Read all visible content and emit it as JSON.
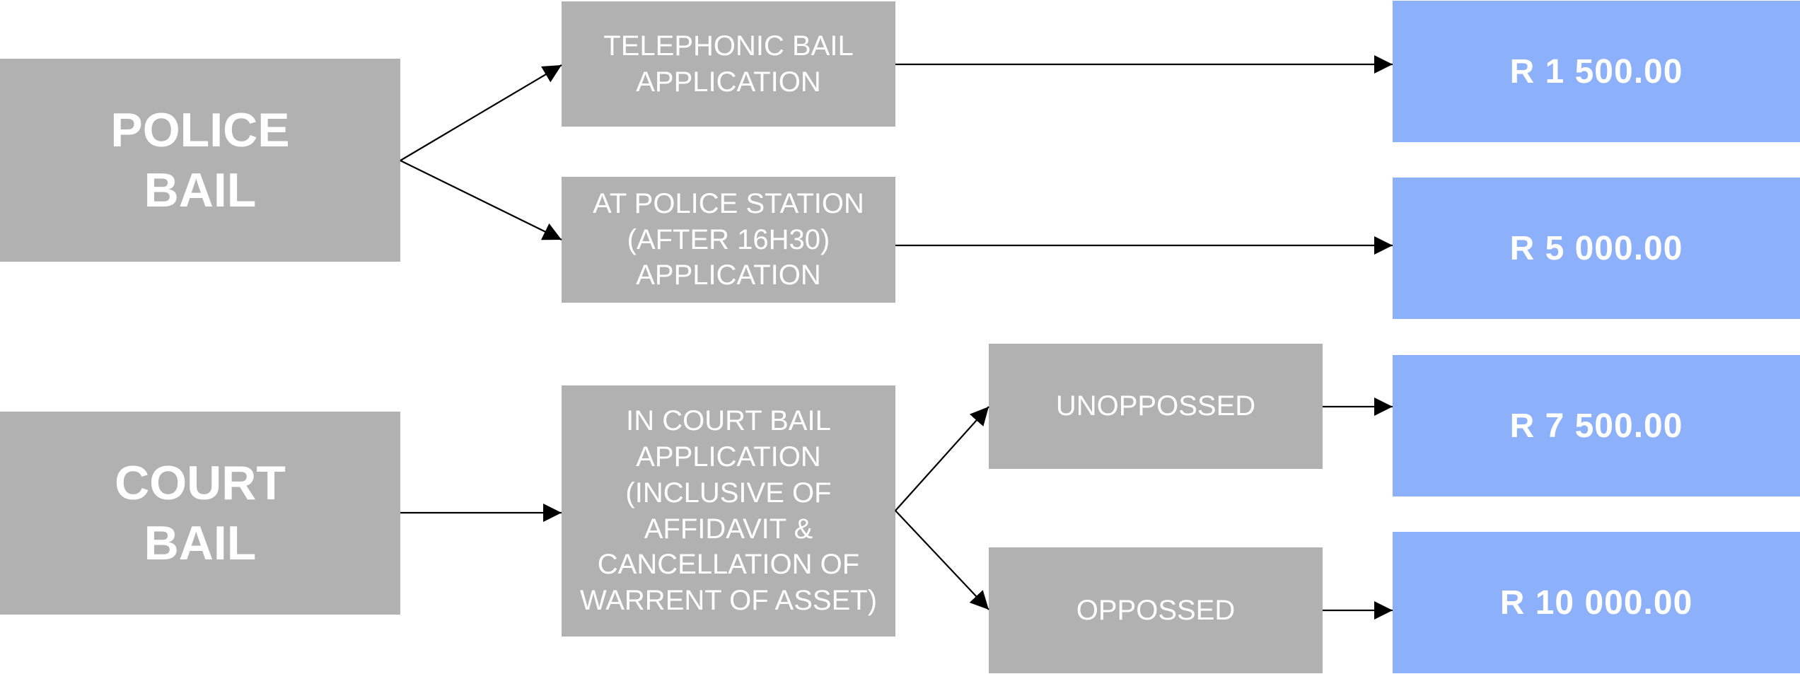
{
  "colors": {
    "box": "#b1b1b1",
    "fee": "#8db0fa",
    "text": "#ffffff",
    "arrow": "#000000"
  },
  "categories": {
    "police": "POLICE\nBAIL",
    "court": "COURT\nBAIL"
  },
  "steps": {
    "telephonic": "TELEPHONIC BAIL\nAPPLICATION",
    "station": "AT POLICE STATION\n(AFTER 16H30)\nAPPLICATION",
    "in_court": "IN COURT BAIL\nAPPLICATION\n(INCLUSIVE OF\nAFFIDAVIT &\nCANCELLATION OF\nWARRENT OF ASSET)",
    "unopposed": "UNOPPOSSED",
    "opposed": "OPPOSSED"
  },
  "fees": {
    "telephonic": "R 1 500.00",
    "station": "R 5 000.00",
    "unopposed": "R 7 500.00",
    "opposed": "R 10 000.00"
  }
}
